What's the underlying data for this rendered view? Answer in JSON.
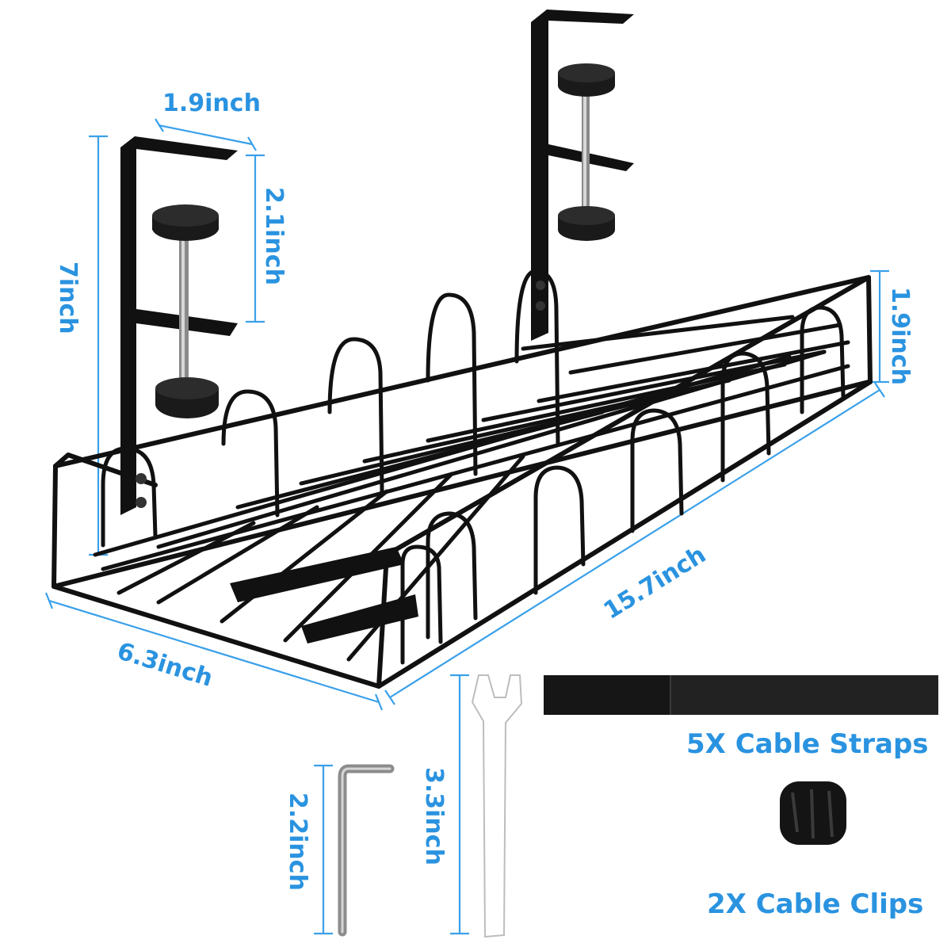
{
  "dimensions": {
    "bracket_width": "1.9inch",
    "bracket_gap": "2.1inch",
    "tray_height_total": "7inch",
    "tray_side_height": "1.9inch",
    "tray_length": "15.7inch",
    "tray_depth": "6.3inch",
    "wrench_length": "3.3inch",
    "hex_key_length": "2.2inch"
  },
  "accessories": {
    "straps_label": "5X Cable Straps",
    "clips_label": "2X Cable Clips"
  },
  "colors": {
    "dimension_blue": "#2a93e0",
    "product_black": "#111111",
    "background": "#ffffff"
  }
}
